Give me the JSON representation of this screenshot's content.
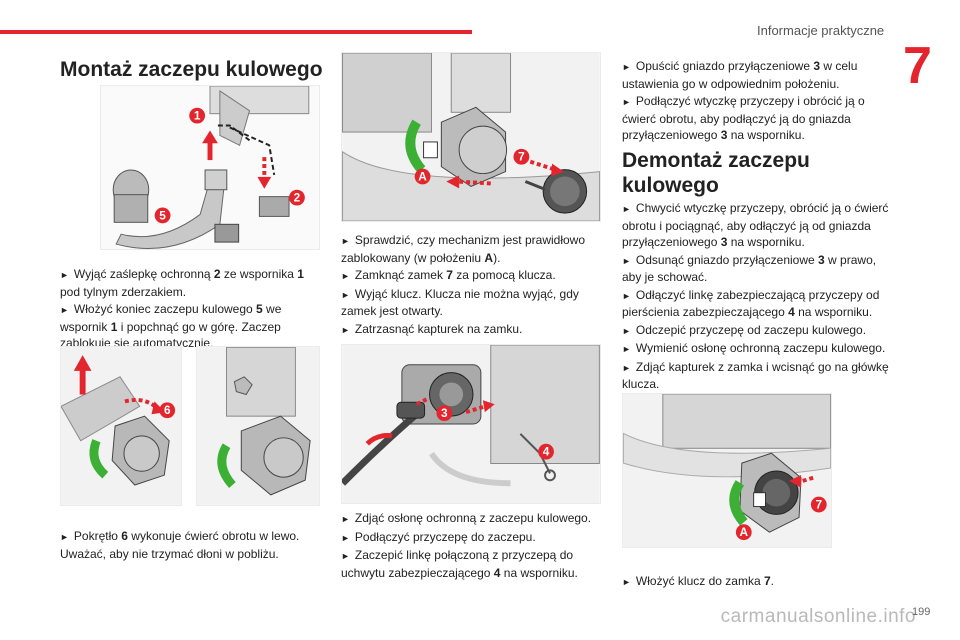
{
  "header": {
    "section_title": "Informacje praktyczne",
    "chapter": "7",
    "page_number": "199"
  },
  "watermark": "carmanualsonline.info",
  "colors": {
    "accent": "#e3262d",
    "green": "#3cb034",
    "steel": "#9aa0a6"
  },
  "col1": {
    "title": "Montaż zaczepu kulowego",
    "ill1_labels": [
      "1",
      "2",
      "5"
    ],
    "paragraph1": [
      {
        "pre": "Wyjąć zaślepkę ochronną ",
        "b": "2",
        "post": " ze wspornika ",
        "b2": "1",
        "post2": " pod tylnym zderzakiem."
      },
      {
        "pre": "Włożyć koniec zaczepu kulowego ",
        "b": "5",
        "post": " we wspornik ",
        "b2": "1",
        "post2": " i popchnąć go w górę. Zaczep zablokuje się automatycznie."
      }
    ],
    "ill2_labels": [
      "6"
    ],
    "paragraph2": [
      {
        "pre": "Pokrętło ",
        "b": "6",
        "post": " wykonuje ćwierć obrotu w lewo. Uważać, aby nie trzymać dłoni w pobliżu."
      }
    ]
  },
  "col2": {
    "ill3_labels": [
      "7",
      "A"
    ],
    "paragraph1": [
      {
        "pre": "Sprawdzić, czy mechanizm jest prawidłowo zablokowany (w położeniu ",
        "b": "A",
        "post": ")."
      },
      {
        "pre": "Zamknąć zamek ",
        "b": "7",
        "post": " za pomocą klucza."
      },
      {
        "pre": "Wyjąć klucz. Klucza nie można wyjąć, gdy zamek jest otwarty."
      },
      {
        "pre": "Zatrzasnąć kapturek na zamku."
      }
    ],
    "ill4_labels": [
      "3",
      "4"
    ],
    "paragraph2": [
      {
        "pre": "Zdjąć osłonę ochronną z zaczepu kulowego."
      },
      {
        "pre": "Podłączyć przyczepę do zaczepu."
      },
      {
        "pre": "Zaczepić linkę połączoną z przyczepą do uchwytu zabezpieczającego ",
        "b": "4",
        "post": " na wsporniku."
      }
    ]
  },
  "col3": {
    "paragraph1": [
      {
        "pre": "Opuścić gniazdo przyłączeniowe ",
        "b": "3",
        "post": " w celu ustawienia go w odpowiednim położeniu."
      },
      {
        "pre": "Podłączyć wtyczkę przyczepy i obrócić ją o ćwierć obrotu, aby podłączyć ją do gniazda przyłączeniowego ",
        "b": "3",
        "post": " na wsporniku."
      }
    ],
    "title": "Demontaż zaczepu kulowego",
    "paragraph2": [
      {
        "pre": "Chwycić wtyczkę przyczepy, obrócić ją o ćwierć obrotu i pociągnąć, aby odłączyć ją od gniazda przyłączeniowego ",
        "b": "3",
        "post": " na wsporniku."
      },
      {
        "pre": "Odsunąć gniazdo przyłączeniowe ",
        "b": "3",
        "post": " w prawo, aby je schować."
      },
      {
        "pre": "Odłączyć linkę zabezpieczającą przyczepy od pierścienia zabezpieczającego ",
        "b": "4",
        "post": " na wsporniku."
      },
      {
        "pre": "Odczepić przyczepę od zaczepu kulowego."
      },
      {
        "pre": "Wymienić osłonę ochronną zaczepu kulowego."
      },
      {
        "pre": "Zdjąć kapturek z zamka i wcisnąć go na główkę klucza."
      }
    ],
    "ill5_labels": [
      "7",
      "A"
    ],
    "paragraph3": [
      {
        "pre": "Włożyć klucz do zamka ",
        "b": "7",
        "post": "."
      }
    ]
  }
}
